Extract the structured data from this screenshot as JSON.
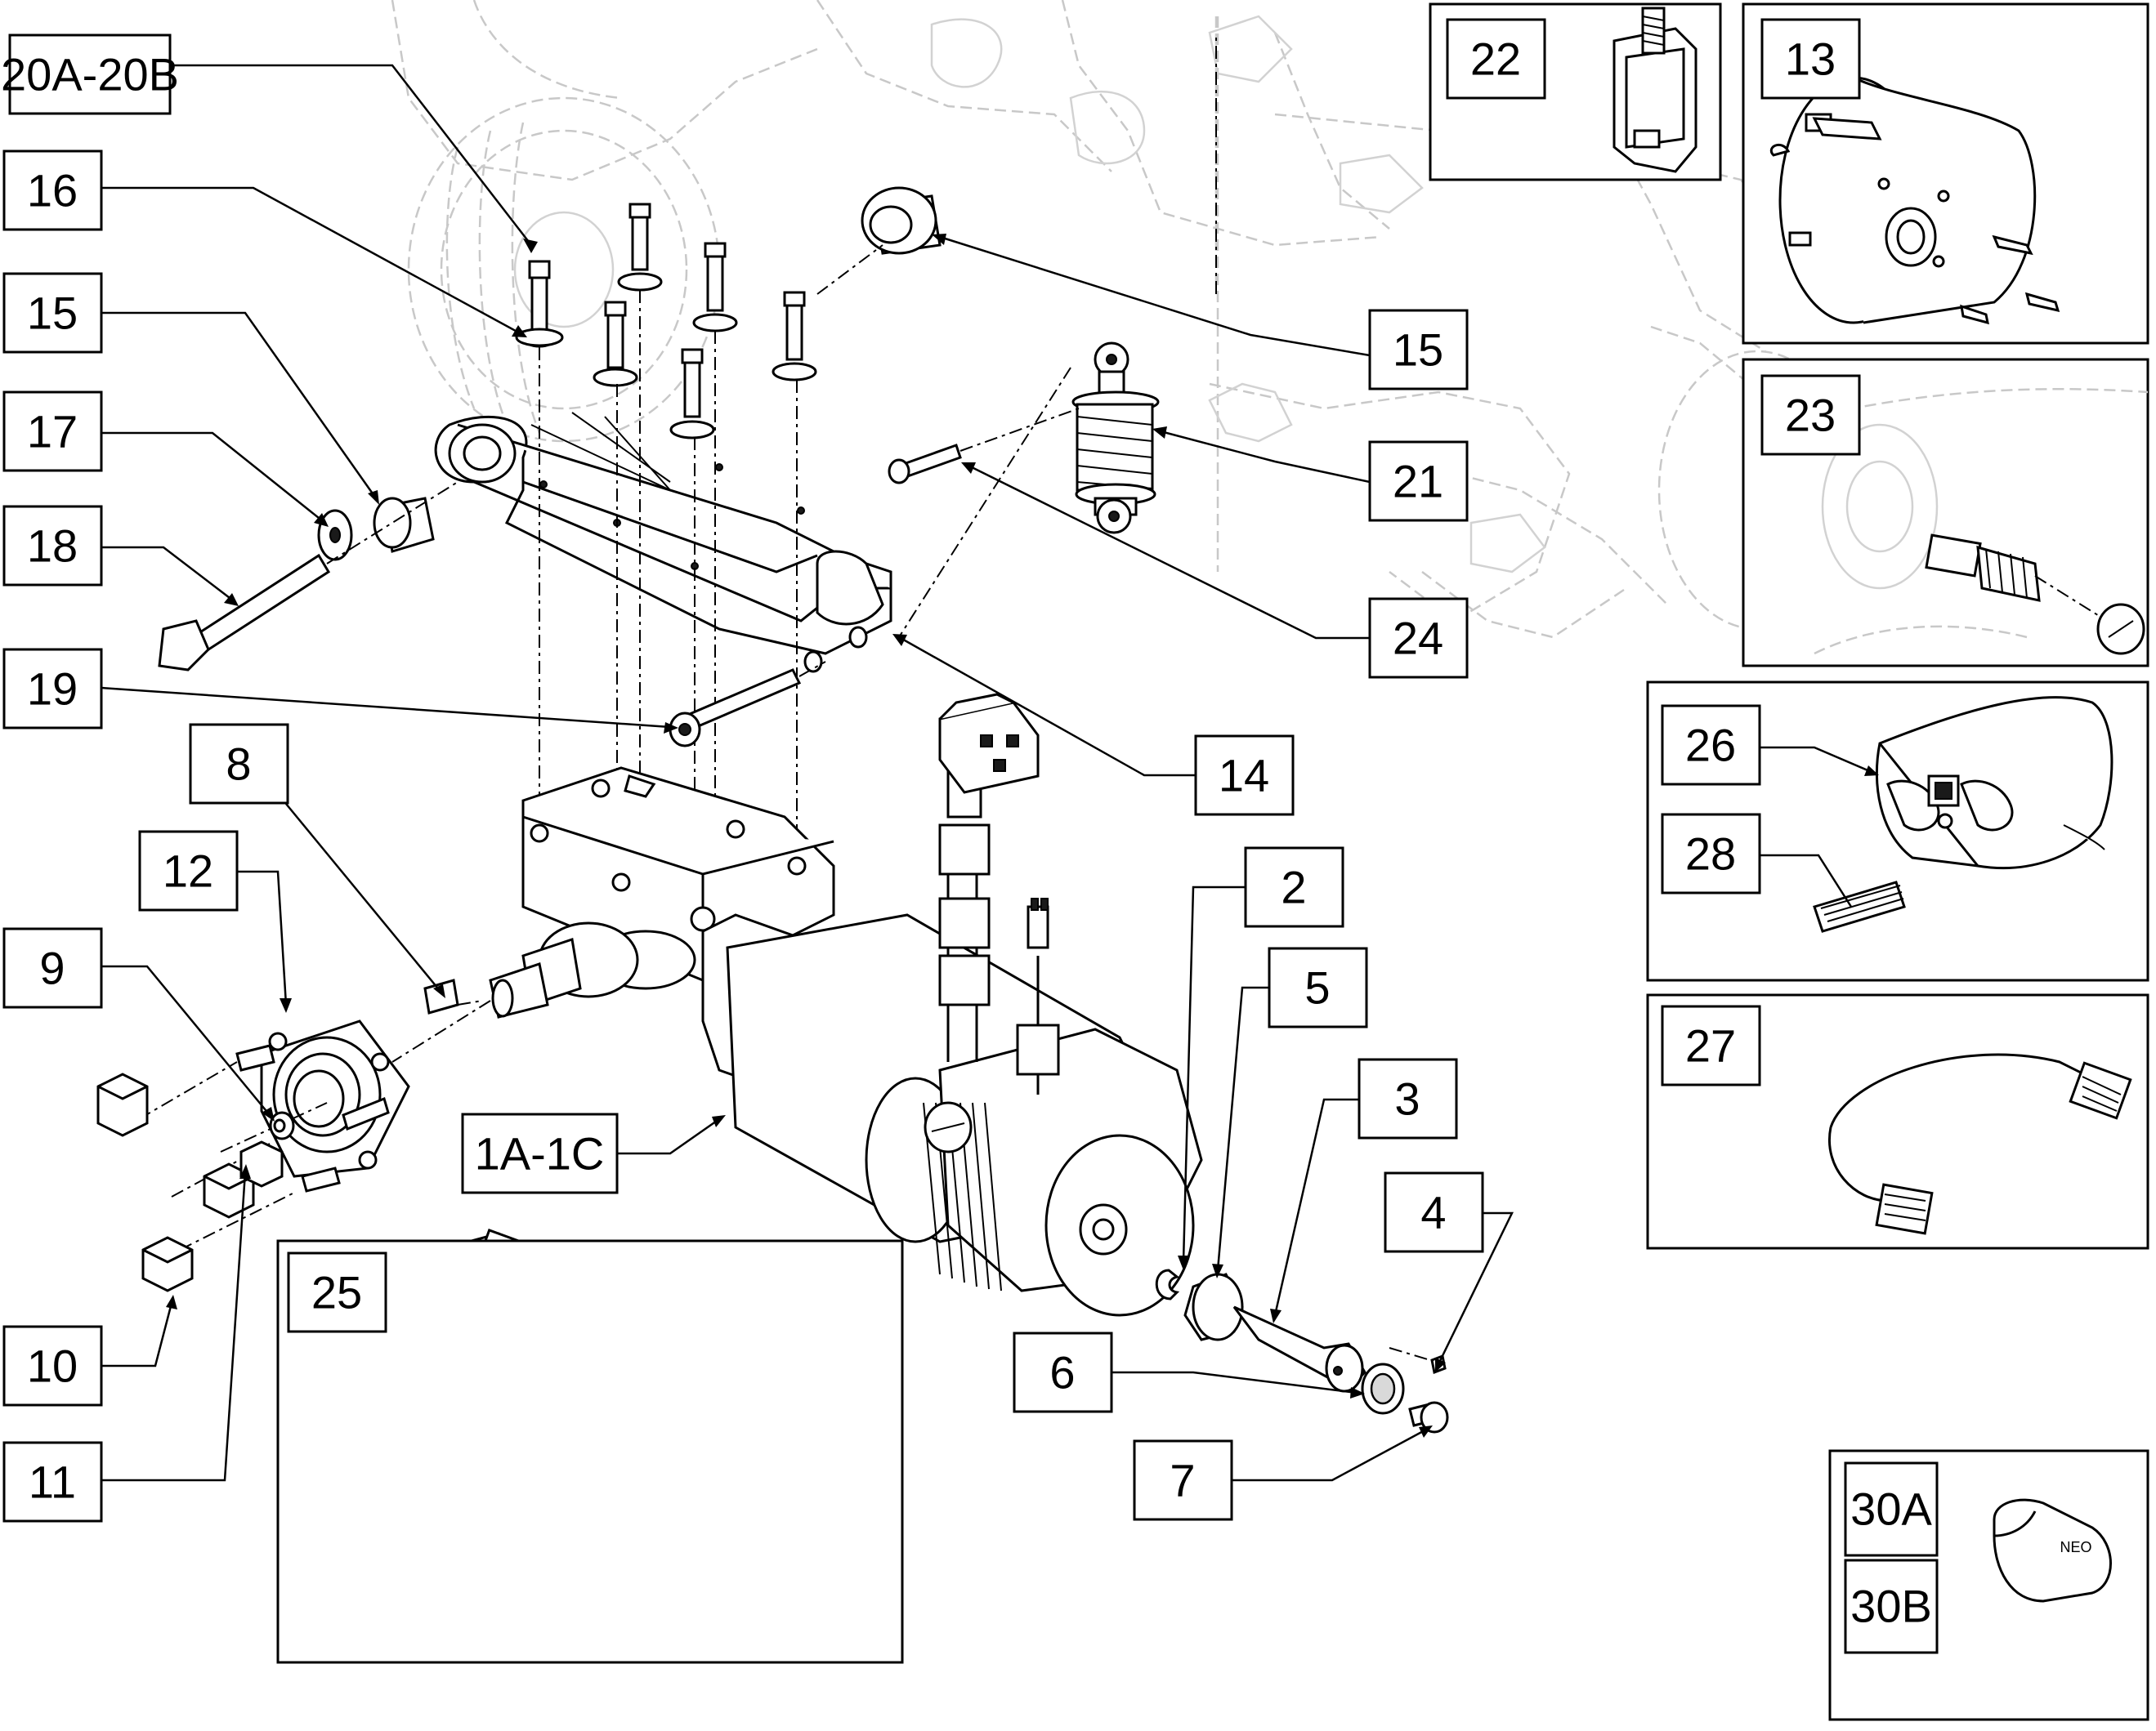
{
  "callouts": [
    {
      "id": "20A-20B",
      "label": "20A-20B"
    },
    {
      "id": "16",
      "label": "16"
    },
    {
      "id": "15a",
      "label": "15"
    },
    {
      "id": "17",
      "label": "17"
    },
    {
      "id": "18",
      "label": "18"
    },
    {
      "id": "19",
      "label": "19"
    },
    {
      "id": "8",
      "label": "8"
    },
    {
      "id": "12",
      "label": "12"
    },
    {
      "id": "9",
      "label": "9"
    },
    {
      "id": "10",
      "label": "10"
    },
    {
      "id": "11",
      "label": "11"
    },
    {
      "id": "1A-1C",
      "label": "1A-1C"
    },
    {
      "id": "25",
      "label": "25"
    },
    {
      "id": "15b",
      "label": "15"
    },
    {
      "id": "21",
      "label": "21"
    },
    {
      "id": "24",
      "label": "24"
    },
    {
      "id": "14",
      "label": "14"
    },
    {
      "id": "2",
      "label": "2"
    },
    {
      "id": "5",
      "label": "5"
    },
    {
      "id": "3",
      "label": "3"
    },
    {
      "id": "4",
      "label": "4"
    },
    {
      "id": "6",
      "label": "6"
    },
    {
      "id": "7",
      "label": "7"
    },
    {
      "id": "22",
      "label": "22"
    },
    {
      "id": "13",
      "label": "13"
    },
    {
      "id": "23",
      "label": "23"
    },
    {
      "id": "26",
      "label": "26"
    },
    {
      "id": "28",
      "label": "28"
    },
    {
      "id": "27",
      "label": "27"
    },
    {
      "id": "30A",
      "label": "30A"
    },
    {
      "id": "30B",
      "label": "30B"
    }
  ],
  "decal_text": "NEO"
}
